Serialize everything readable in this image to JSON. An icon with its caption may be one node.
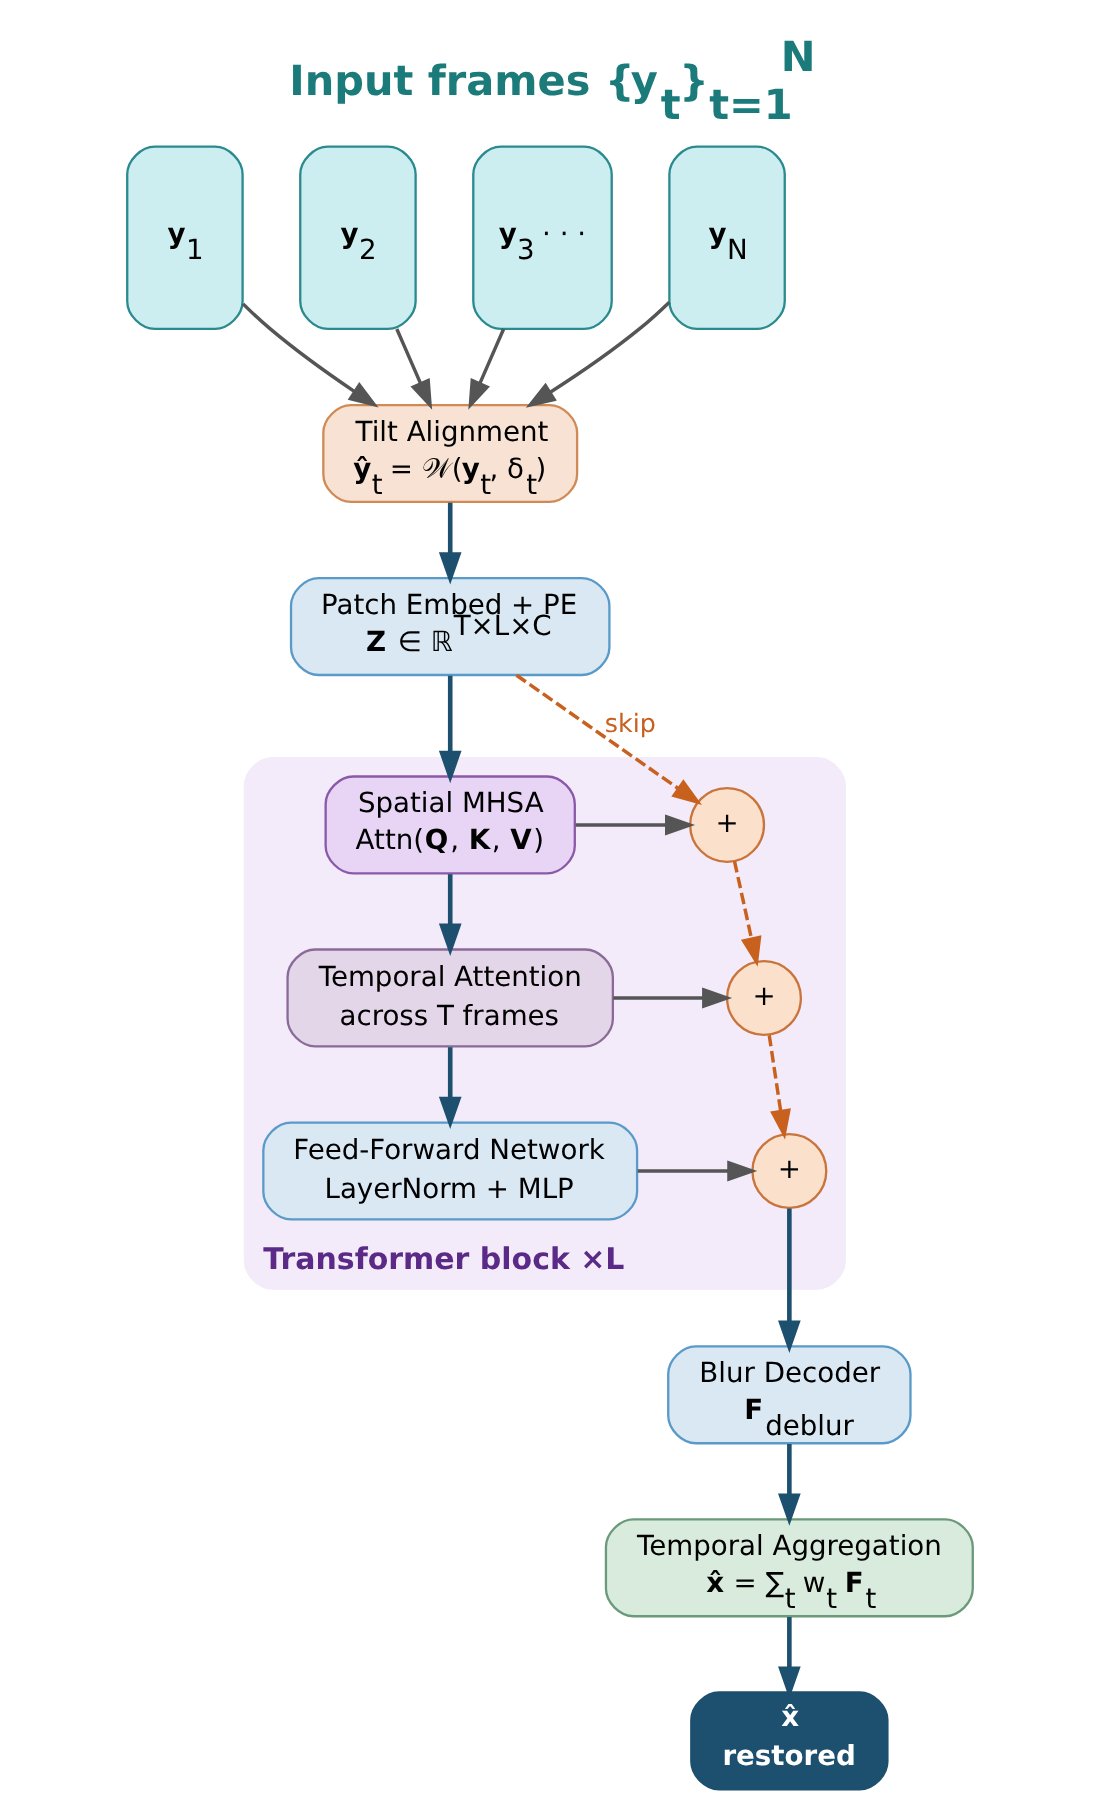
{
  "diagram": {
    "title": "Input frames {**y**$_{t}$}$_{t=1}$$^{N}$",
    "nodes": [
      {
        "text": [
          "**y**$_{1}$"
        ]
      },
      {
        "text": [
          "**y**$_{2}$"
        ]
      },
      {
        "text": [
          "**y**$_{3}$ · · ·"
        ]
      },
      {
        "text": [
          "**y**$_{N}$"
        ]
      },
      {
        "text": [
          "Tilt Alignment",
          "**ŷ**$_{t}$ = 𝒲(**y**$_{t}$, δ$_{t}$)"
        ]
      },
      {
        "text": [
          "Patch Embed + PE",
          "**Z** ∈ ℝ$^{T×L×C}$"
        ]
      },
      {
        "text": [
          "Transformer block ×L"
        ]
      },
      {
        "text": [
          "Spatial MHSA",
          "Attn(**Q**, **K**, **V**)"
        ],
        "in": 6
      },
      {
        "text": [
          "Temporal Attention",
          "across T frames"
        ],
        "in": 6
      },
      {
        "text": [
          "Feed-Forward Network",
          "LayerNorm + MLP"
        ],
        "in": 6
      },
      {
        "text": [
          "+"
        ],
        "in": 6
      },
      {
        "text": [
          "+"
        ],
        "in": 6
      },
      {
        "text": [
          "+"
        ],
        "in": 6
      },
      {
        "text": [
          "Blur Decoder",
          "**F**$_{deblur}$"
        ]
      },
      {
        "text": [
          "Temporal Aggregation",
          "**x̂** = ∑$_{t}$ w$_{t}$ **F**$_{t}$"
        ]
      },
      {
        "text": [
          "**x̂**",
          "restored"
        ]
      }
    ],
    "edges": [
      {
        "from": 0,
        "to": 4,
        "arrow": "to",
        "color": "#555555"
      },
      {
        "from": 1,
        "to": 4,
        "arrow": "to",
        "color": "#555555"
      },
      {
        "from": 2,
        "to": 4,
        "arrow": "to",
        "color": "#555555"
      },
      {
        "from": 3,
        "to": 4,
        "arrow": "to",
        "color": "#555555"
      },
      {
        "from": 4,
        "to": 5,
        "arrow": "to"
      },
      {
        "from": 5,
        "to": 7,
        "arrow": "to"
      },
      {
        "from": 7,
        "to": 8,
        "arrow": "to"
      },
      {
        "from": 8,
        "to": 9,
        "arrow": "to"
      },
      {
        "from": 7,
        "to": 10,
        "arrow": "to",
        "color": "#555555"
      },
      {
        "from": 8,
        "to": 11,
        "arrow": "to",
        "color": "#555555"
      },
      {
        "from": 9,
        "to": 12,
        "arrow": "to",
        "color": "#555555"
      },
      {
        "from": 5,
        "to": 10,
        "arrow": "to",
        "label": "skip",
        "style": "dashed",
        "color": "#c8601e"
      },
      {
        "from": 10,
        "to": 11,
        "arrow": "to",
        "style": "dashed",
        "color": "#c8601e"
      },
      {
        "from": 11,
        "to": 12,
        "arrow": "to",
        "style": "dashed",
        "color": "#c8601e"
      },
      {
        "from": 12,
        "to": 13,
        "arrow": "to"
      },
      {
        "from": 13,
        "to": 14,
        "arrow": "to"
      },
      {
        "from": 14,
        "to": 15,
        "arrow": "to"
      }
    ]
  }
}
